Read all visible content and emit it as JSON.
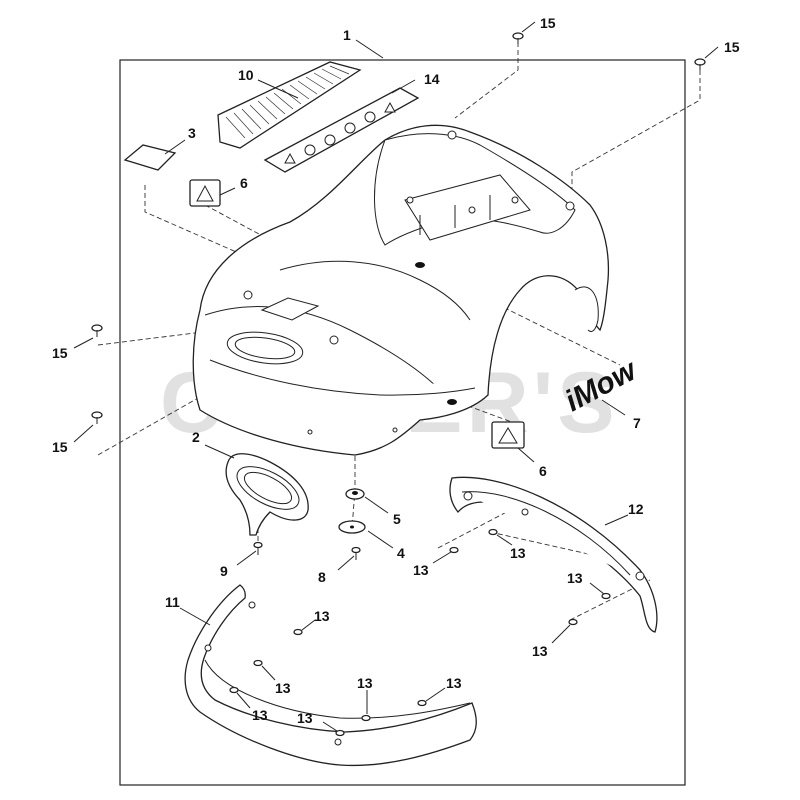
{
  "watermark": "CUTLER'S",
  "brand_logo": "iMow",
  "callouts": {
    "c1": "1",
    "c2": "2",
    "c3": "3",
    "c4": "4",
    "c5": "5",
    "c6a": "6",
    "c6b": "6",
    "c7": "7",
    "c8": "8",
    "c9": "9",
    "c10": "10",
    "c11": "11",
    "c12": "12",
    "c13a": "13",
    "c13b": "13",
    "c13c": "13",
    "c13d": "13",
    "c13e": "13",
    "c13f": "13",
    "c13g": "13",
    "c13h": "13",
    "c13i": "13",
    "c13j": "13",
    "c14": "14",
    "c15a": "15",
    "c15b": "15",
    "c15c": "15",
    "c15d": "15"
  },
  "colors": {
    "line": "#222222",
    "watermark": "#c9c9c9",
    "background": "#ffffff"
  }
}
